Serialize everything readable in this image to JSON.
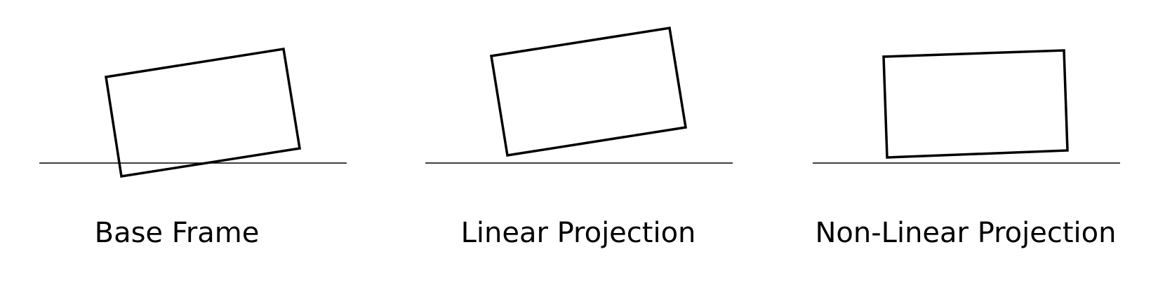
{
  "colors": {
    "background": "#ffffff",
    "stroke": "#000000"
  },
  "panels": [
    {
      "label": "Base Frame"
    },
    {
      "label": "Linear Projection"
    },
    {
      "label": "Non-Linear Projection"
    }
  ]
}
